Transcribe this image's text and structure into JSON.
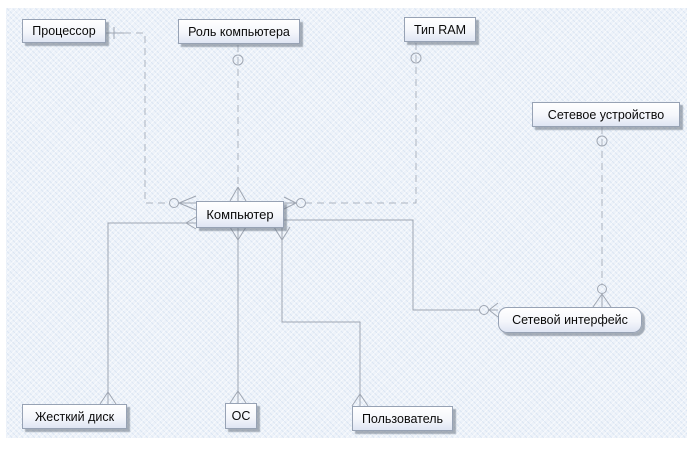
{
  "diagram": {
    "kind": "entity-relationship-diagram",
    "notation": "crow's foot (IE), dashed = non-identifying, solid = identifying",
    "entities": [
      {
        "id": "processor",
        "label": "Процессор",
        "shape": "rectangle"
      },
      {
        "id": "computer-role",
        "label": "Роль компьютера",
        "shape": "rectangle"
      },
      {
        "id": "ram-type",
        "label": "Тип RAM",
        "shape": "rectangle"
      },
      {
        "id": "network-device",
        "label": "Сетевое устройство",
        "shape": "rectangle"
      },
      {
        "id": "computer",
        "label": "Компьютер",
        "shape": "rectangle"
      },
      {
        "id": "network-interface",
        "label": "Сетевой интерфейс",
        "shape": "rounded-rectangle"
      },
      {
        "id": "hard-disk",
        "label": "Жесткий диск",
        "shape": "rectangle"
      },
      {
        "id": "os",
        "label": "ОС",
        "shape": "rectangle"
      },
      {
        "id": "user",
        "label": "Пользователь",
        "shape": "rectangle"
      }
    ],
    "relationships": [
      {
        "from": "processor",
        "to": "computer",
        "line": "dashed",
        "from_marker": "one (tick)",
        "to_marker": "zero-or-many (circle + crow's foot)"
      },
      {
        "from": "computer-role",
        "to": "computer",
        "line": "dashed",
        "from_marker": "circle (optional)",
        "to_marker": "many (crow's foot)"
      },
      {
        "from": "ram-type",
        "to": "computer",
        "line": "dashed",
        "from_marker": "circle (optional)",
        "to_marker": "zero-or-many (circle + crow's foot)"
      },
      {
        "from": "network-device",
        "to": "network-interface",
        "line": "dashed",
        "from_marker": "circle (optional)",
        "to_marker": "zero-or-many (circle + crow's foot)"
      },
      {
        "from": "computer",
        "to": "network-interface",
        "line": "solid",
        "from_marker": "none",
        "to_marker": "zero-or-many (circle + crow's foot)"
      },
      {
        "from": "computer",
        "to": "hard-disk",
        "line": "solid",
        "from_marker": "many (crow's foot)",
        "to_marker": "many (crow's foot)"
      },
      {
        "from": "computer",
        "to": "os",
        "line": "solid",
        "from_marker": "many (crow's foot)",
        "to_marker": "many (crow's foot)"
      },
      {
        "from": "computer",
        "to": "user",
        "line": "solid",
        "from_marker": "many (crow's foot)",
        "to_marker": "many (crow's foot)"
      }
    ],
    "colors": {
      "canvas_background": "#edf2f9",
      "entity_fill_top": "#ffffff",
      "entity_fill_bottom": "#dfe5f3",
      "entity_border": "#97a2b4",
      "solid_line": "#9fa6b2",
      "dashed_line": "#adb4c0",
      "shadow": "#68727f"
    }
  }
}
